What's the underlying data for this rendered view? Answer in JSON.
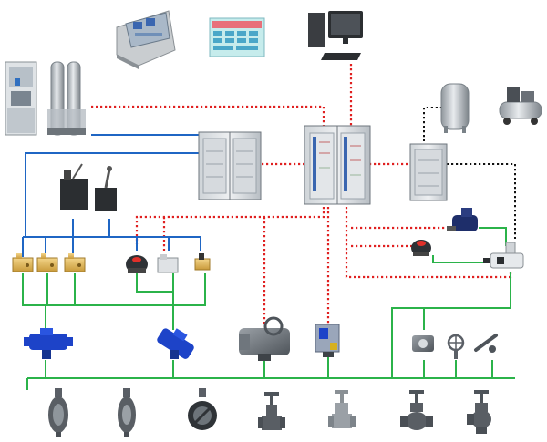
{
  "colors": {
    "background": "#ffffff",
    "control_signal": "#e02020",
    "hydraulic": "#1f66c4",
    "pneumatic": "#2bb34a",
    "air_supply": "#111111",
    "cabinet": "#9aa3ab",
    "valve_body": "#5a5f66",
    "actuator_blue": "#1d43c8"
  },
  "legend": [
    {
      "line_style": "dotted",
      "color_key": "control_signal",
      "meaning": ""
    },
    {
      "line_style": "solid",
      "color_key": "hydraulic",
      "meaning": ""
    },
    {
      "line_style": "solid",
      "color_key": "pneumatic",
      "meaning": ""
    },
    {
      "line_style": "dotted",
      "color_key": "air_supply",
      "meaning": ""
    }
  ],
  "components": {
    "operator_console": {
      "icon": "control-console-icon"
    },
    "hmi_screen": {
      "icon": "hmi-panel-icon"
    },
    "workstation": {
      "icon": "computer-workstation-icon"
    },
    "hydraulic_power_unit": {
      "icon": "hydraulic-power-unit-icon"
    },
    "accumulators": {
      "icon": "accumulator-tanks-icon"
    },
    "air_receiver": {
      "icon": "air-receiver-icon"
    },
    "air_compressor": {
      "icon": "air-compressor-icon"
    },
    "io_cabinet_left": {
      "icon": "io-cabinet-icon"
    },
    "main_controller_cabinet": {
      "icon": "controller-cabinet-icon"
    },
    "io_cabinet_right": {
      "icon": "io-cabinet-icon"
    },
    "hand_pump": {
      "icon": "hand-pump-icon"
    },
    "solenoid_valves": {
      "icon": "solenoid-valve-icon",
      "count": 3
    },
    "limit_switch": {
      "icon": "limit-switch-icon"
    },
    "valve_positioner": {
      "icon": "positioner-icon"
    },
    "small_solenoid": {
      "icon": "small-solenoid-icon"
    },
    "pneumatic_pump": {
      "icon": "pneumatic-pump-icon"
    },
    "red_limit_switch_right": {
      "icon": "limit-switch-icon"
    },
    "air_filter_regulator": {
      "icon": "filter-regulator-icon"
    },
    "hydraulic_actuators": {
      "icon": "hydraulic-actuator-icon",
      "count": 2
    },
    "electric_actuator": {
      "icon": "electric-actuator-icon"
    },
    "electro_hydraulic_actuator": {
      "icon": "electro-hydraulic-actuator-icon"
    },
    "manual_operators": {
      "icons": [
        "gearbox-icon",
        "handwheel-icon",
        "lever-icon"
      ]
    },
    "valves": [
      {
        "icon": "butterfly-valve-icon"
      },
      {
        "icon": "butterfly-valve-icon"
      },
      {
        "icon": "butterfly-valve-icon"
      },
      {
        "icon": "gate-valve-icon"
      },
      {
        "icon": "gate-valve-icon"
      },
      {
        "icon": "globe-valve-icon"
      },
      {
        "icon": "angle-valve-icon"
      }
    ]
  }
}
